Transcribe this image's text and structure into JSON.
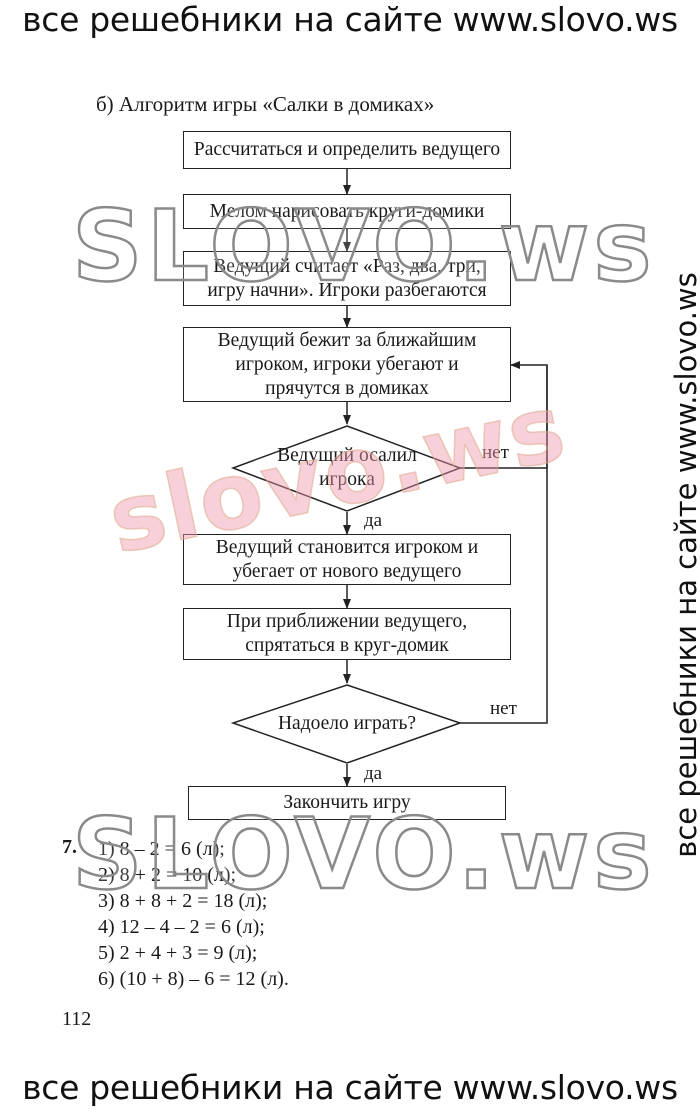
{
  "banners": {
    "top": "все решебники на сайте www.slovo.ws",
    "bottom": "все решебники на сайте www.slovo.ws",
    "side": "все решебники на сайте www.slovo.ws"
  },
  "watermarks": [
    "SLOVO.ws",
    "slovo.ws",
    "SLOVO.ws"
  ],
  "caption": "б) Алгоритм игры «Салки в домиках»",
  "flowchart": {
    "steps": [
      "Рассчитаться и определить ведущего",
      "Мелом нарисовать круги-домики",
      "Ведущий считает «Раз, два, три, игру начни». Игроки разбегаются",
      "Ведущий бежит за ближайшим игроком, игроки убегают и прячутся в домиках"
    ],
    "decision_1": "Ведущий осалил игрока",
    "decision_1_no": "нет",
    "decision_1_yes": "да",
    "steps_after_1": [
      "Ведущий становится игроком и убегает от нового ведущего",
      "При приближении ведущего, спрятаться в круг-домик"
    ],
    "decision_2": "Надоело играть?",
    "decision_2_no": "нет",
    "decision_2_yes": "да",
    "end": "Закончить игру"
  },
  "exercise": {
    "number": "7.",
    "lines": [
      "1) 8 – 2 = 6 (л);",
      "2) 8 + 2 = 10 (л);",
      "3) 8 + 8 + 2 = 18 (л);",
      "4) 12 – 4 – 2 = 6 (л);",
      "5) 2 + 4 + 3 = 9 (л);",
      "6) (10 + 8) – 6 = 12 (л)."
    ]
  },
  "page_number": "112"
}
